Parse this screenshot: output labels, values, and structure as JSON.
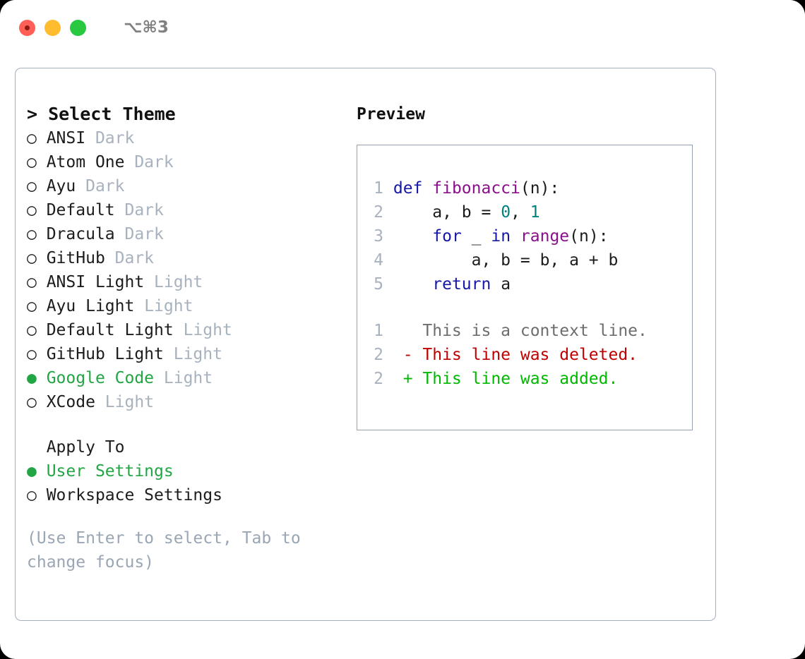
{
  "titlebar": {
    "shortcut": "⌥⌘3",
    "lights": [
      "close-red",
      "minimize-yellow",
      "zoom-green"
    ]
  },
  "colors": {
    "accent_green": "#22a544",
    "muted": "#a8b2bf",
    "hint": "#9aa6b4",
    "keyword": "#1616a8",
    "function": "#8a0f8a",
    "number": "#00807f",
    "diff_context": "#6d6d6d",
    "diff_deleted": "#c00000",
    "diff_added": "#00b800",
    "panel_border": "#a6b0bd",
    "preview_border": "#93a0b0"
  },
  "theme_selector": {
    "heading": "> Select Theme",
    "bullet_off": "○",
    "bullet_on": "●",
    "items": [
      {
        "name": "ANSI",
        "tag": "Dark",
        "selected": false
      },
      {
        "name": "Atom One",
        "tag": "Dark",
        "selected": false
      },
      {
        "name": "Ayu",
        "tag": "Dark",
        "selected": false
      },
      {
        "name": "Default",
        "tag": "Dark",
        "selected": false
      },
      {
        "name": "Dracula",
        "tag": "Dark",
        "selected": false
      },
      {
        "name": "GitHub",
        "tag": "Dark",
        "selected": false
      },
      {
        "name": "ANSI Light",
        "tag": "Light",
        "selected": false
      },
      {
        "name": "Ayu Light",
        "tag": "Light",
        "selected": false
      },
      {
        "name": "Default Light",
        "tag": "Light",
        "selected": false
      },
      {
        "name": "GitHub Light",
        "tag": "Light",
        "selected": false
      },
      {
        "name": "Google Code",
        "tag": "Light",
        "selected": true
      },
      {
        "name": "XCode",
        "tag": "Light",
        "selected": false
      }
    ]
  },
  "apply_to": {
    "heading": "Apply To",
    "items": [
      {
        "name": "User Settings",
        "selected": true
      },
      {
        "name": "Workspace Settings",
        "selected": false
      }
    ]
  },
  "hint": {
    "line1": "(Use Enter to select, Tab to",
    "line2": "change focus)"
  },
  "preview": {
    "title": "Preview",
    "code_lines": [
      {
        "num": "1",
        "tokens": [
          {
            "t": "def ",
            "c": "kw"
          },
          {
            "t": "fibonacci",
            "c": "fn"
          },
          {
            "t": "(n):",
            "c": "punct"
          }
        ]
      },
      {
        "num": "2",
        "tokens": [
          {
            "t": "    a, b = ",
            "c": "plain"
          },
          {
            "t": "0",
            "c": "num"
          },
          {
            "t": ", ",
            "c": "plain"
          },
          {
            "t": "1",
            "c": "num"
          }
        ]
      },
      {
        "num": "3",
        "tokens": [
          {
            "t": "    ",
            "c": "plain"
          },
          {
            "t": "for",
            "c": "kw"
          },
          {
            "t": " _ ",
            "c": "plain"
          },
          {
            "t": "in",
            "c": "kw"
          },
          {
            "t": " ",
            "c": "plain"
          },
          {
            "t": "range",
            "c": "fn"
          },
          {
            "t": "(n):",
            "c": "punct"
          }
        ]
      },
      {
        "num": "4",
        "tokens": [
          {
            "t": "        a, b = b, a + b",
            "c": "plain"
          }
        ]
      },
      {
        "num": "5",
        "tokens": [
          {
            "t": "    ",
            "c": "plain"
          },
          {
            "t": "return",
            "c": "kw"
          },
          {
            "t": " a",
            "c": "plain"
          }
        ]
      }
    ],
    "diff_lines": [
      {
        "num": "1",
        "marker": " ",
        "text": " This is a context line.",
        "kind": "ctx"
      },
      {
        "num": "2",
        "marker": "-",
        "text": " This line was deleted.",
        "kind": "del"
      },
      {
        "num": "2",
        "marker": "+",
        "text": " This line was added.",
        "kind": "add"
      }
    ]
  }
}
